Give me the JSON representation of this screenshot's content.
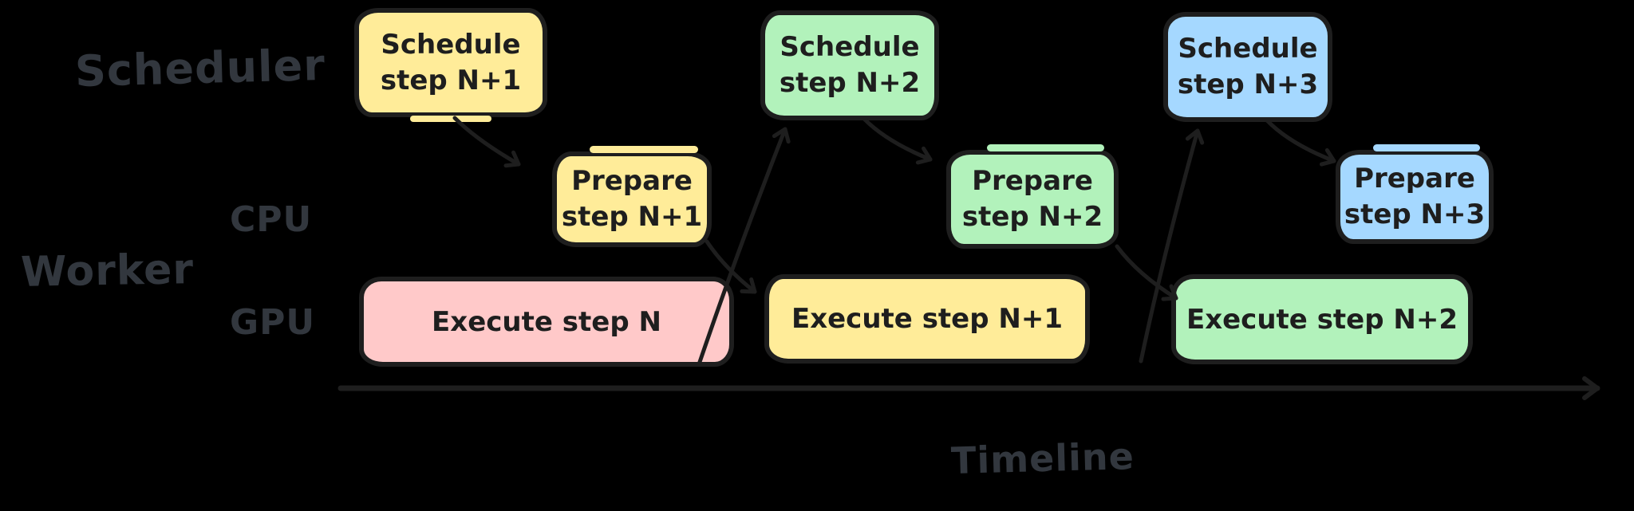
{
  "diagram": {
    "background": "#000000",
    "stroke_color": "#1e1e1e",
    "label_color": "#32373e",
    "colors": {
      "yellow": "#ffec99",
      "green": "#b2f2bb",
      "blue": "#a5d8ff",
      "pink": "#ffc9c9"
    },
    "row_labels": {
      "scheduler": "Scheduler",
      "worker": "Worker",
      "cpu": "CPU",
      "gpu": "GPU"
    },
    "axis": {
      "label": "Timeline"
    },
    "boxes": [
      {
        "id": "schedule-step-n+1",
        "row": "scheduler",
        "line1": "Schedule",
        "line2": "step N+1",
        "fill": "#ffec99"
      },
      {
        "id": "prepare-step-n+1",
        "row": "cpu",
        "line1": "Prepare",
        "line2": "step N+1",
        "fill": "#ffec99"
      },
      {
        "id": "execute-step-n",
        "row": "gpu",
        "label": "Execute step N",
        "fill": "#ffc9c9"
      },
      {
        "id": "schedule-step-n+2",
        "row": "scheduler",
        "line1": "Schedule",
        "line2": "step N+2",
        "fill": "#b2f2bb"
      },
      {
        "id": "prepare-step-n+2",
        "row": "cpu",
        "line1": "Prepare",
        "line2": "step N+2",
        "fill": "#b2f2bb"
      },
      {
        "id": "execute-step-n+1",
        "row": "gpu",
        "label": "Execute step N+1",
        "fill": "#ffec99"
      },
      {
        "id": "schedule-step-n+3",
        "row": "scheduler",
        "line1": "Schedule",
        "line2": "step N+3",
        "fill": "#a5d8ff"
      },
      {
        "id": "prepare-step-n+3",
        "row": "cpu",
        "label1_unused": "",
        "line1": "Prepare",
        "line2": "step N+3",
        "fill": "#a5d8ff"
      },
      {
        "id": "execute-step-n+2",
        "row": "gpu",
        "label": "Execute step N+2",
        "fill": "#b2f2bb"
      }
    ],
    "edges": [
      {
        "from": "schedule-step-n+1",
        "to": "prepare-step-n+1"
      },
      {
        "from": "prepare-step-n+1",
        "to": "execute-step-n+1"
      },
      {
        "from": "execute-step-n",
        "to": "schedule-step-n+2"
      },
      {
        "from": "schedule-step-n+2",
        "to": "prepare-step-n+2"
      },
      {
        "from": "prepare-step-n+2",
        "to": "execute-step-n+2"
      },
      {
        "from": "execute-step-n+1",
        "to": "schedule-step-n+3"
      },
      {
        "from": "schedule-step-n+3",
        "to": "prepare-step-n+3"
      }
    ]
  }
}
